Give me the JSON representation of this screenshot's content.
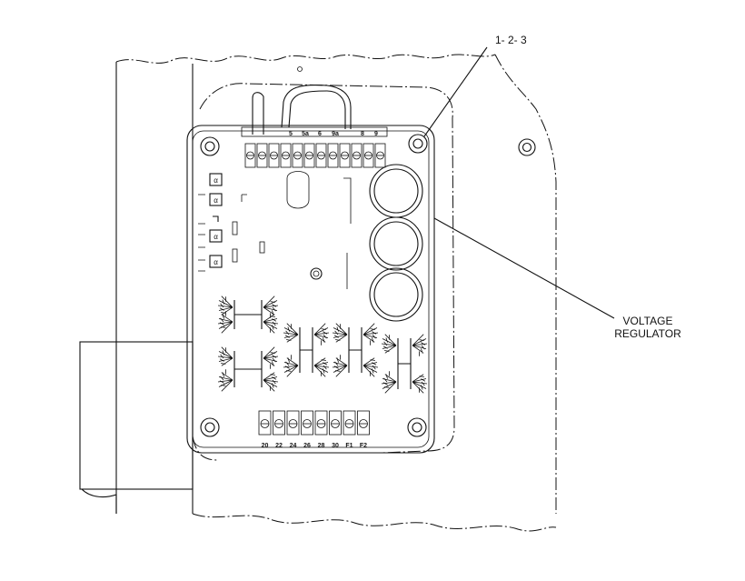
{
  "callouts": {
    "part_ref": "1- 2- 3",
    "regulator_line1": "VOLTAGE",
    "regulator_line2": "REGULATOR"
  },
  "top_terminals": [
    "5",
    "5a",
    "6",
    "9a",
    "8",
    "9"
  ],
  "bottom_terminals": [
    "20",
    "22",
    "24",
    "26",
    "28",
    "30",
    "F1",
    "F2"
  ],
  "components": {
    "relay_glyph": "α",
    "relay_count": 4
  }
}
